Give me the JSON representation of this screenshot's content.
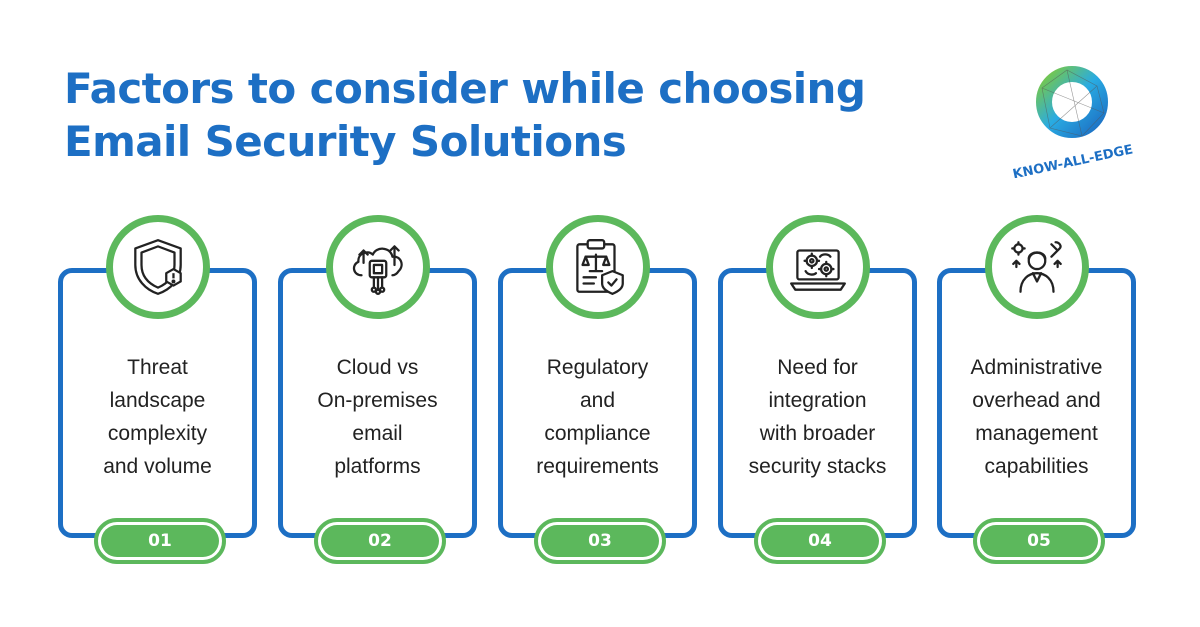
{
  "header": {
    "title_line1": "Factors to consider while choosing",
    "title_line2": "Email Security Solutions"
  },
  "logo": {
    "text": "KNOW-ALL-EDGE"
  },
  "colors": {
    "blue": "#1d6fc4",
    "green": "#5cb85c"
  },
  "factors": [
    {
      "number": "01",
      "icon": "shield-alert-icon",
      "lines": [
        "Threat",
        "landscape",
        "complexity",
        "and volume"
      ]
    },
    {
      "number": "02",
      "icon": "cloud-chip-icon",
      "lines": [
        "Cloud vs",
        "On-premises",
        "email",
        "platforms"
      ]
    },
    {
      "number": "03",
      "icon": "compliance-clipboard-icon",
      "lines": [
        "Regulatory",
        "and",
        "compliance",
        "requirements"
      ]
    },
    {
      "number": "04",
      "icon": "laptop-gears-icon",
      "lines": [
        "Need for",
        "integration",
        "with broader",
        "security stacks"
      ]
    },
    {
      "number": "05",
      "icon": "admin-person-icon",
      "lines": [
        "Administrative",
        "overhead and",
        "management",
        "capabilities"
      ]
    }
  ]
}
